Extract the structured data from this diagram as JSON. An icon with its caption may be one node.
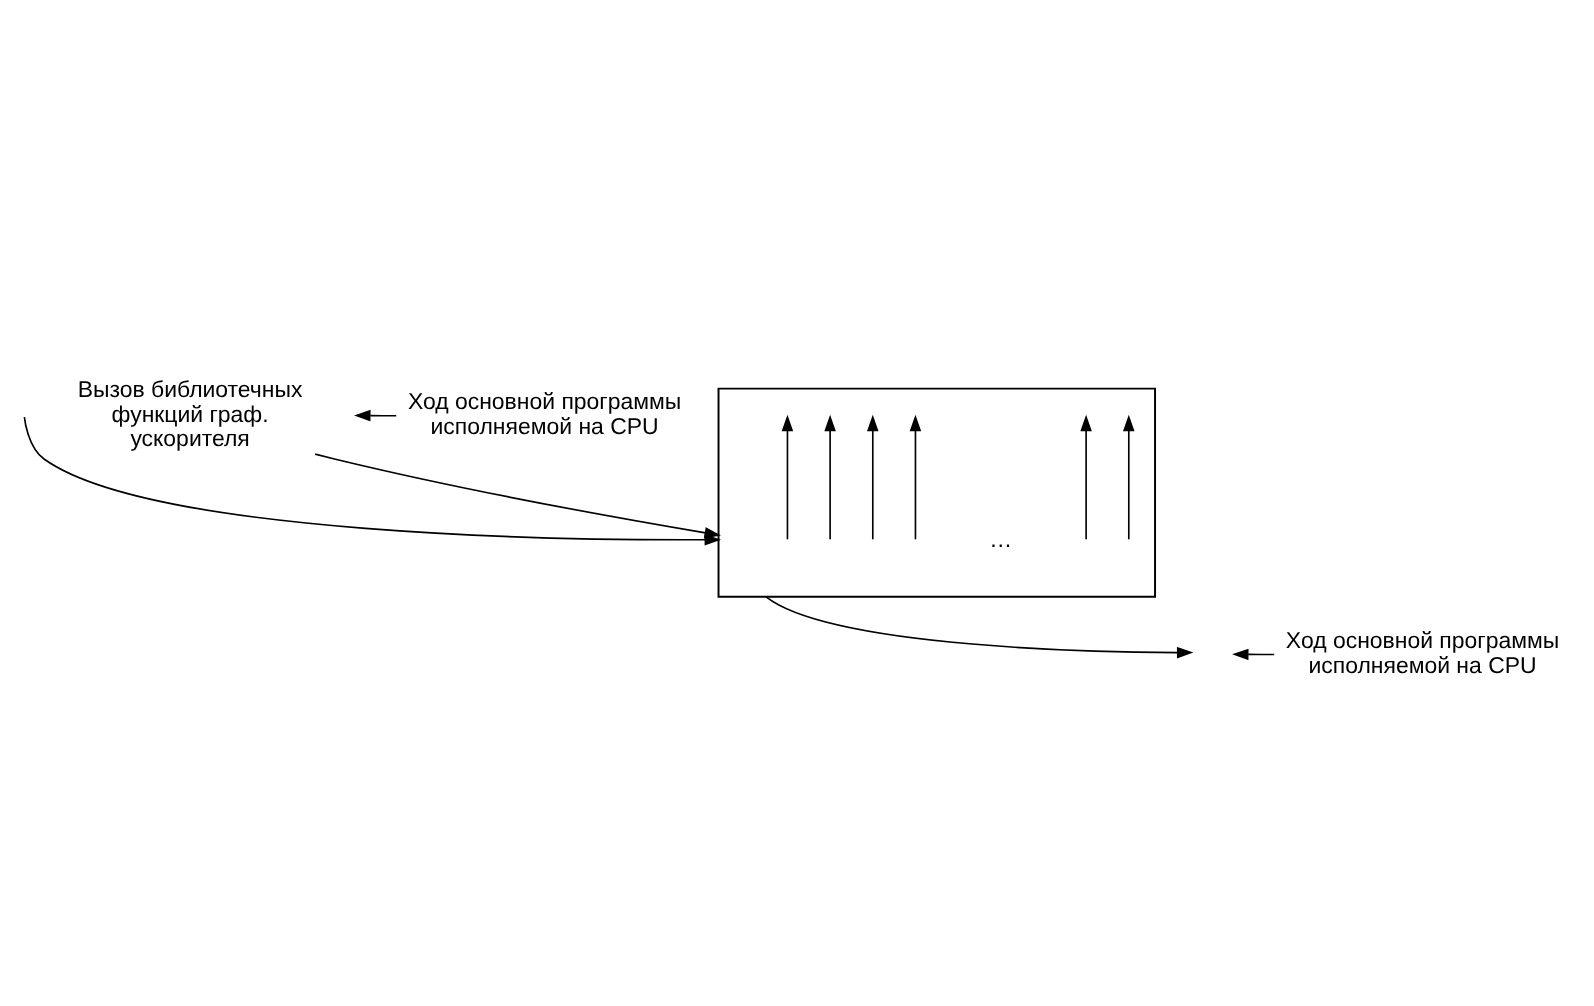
{
  "diagram": {
    "nodes": [
      {
        "text": [
          "Ход основной программы исполняемой на CPU"
        ]
      },
      {
        "text": [],
        "shape": "box"
      },
      {
        "text": [
          "Вызов библиотечных функций граф. ускорителя"
        ]
      },
      {
        "text": [
          "Ход основной программы исполняемой на CPU"
        ]
      }
    ],
    "edges": [
      {
        "from": null,
        "to": 1,
        "arrow": "to"
      },
      {
        "from": 1,
        "to": null,
        "arrow": "to"
      },
      {
        "from": 0,
        "to": null,
        "arrow": "to"
      },
      {
        "from": 2,
        "to": 1,
        "arrow": "to"
      },
      {
        "from": 3,
        "to": null,
        "arrow": "to"
      }
    ],
    "labels": [
      "…"
    ]
  }
}
